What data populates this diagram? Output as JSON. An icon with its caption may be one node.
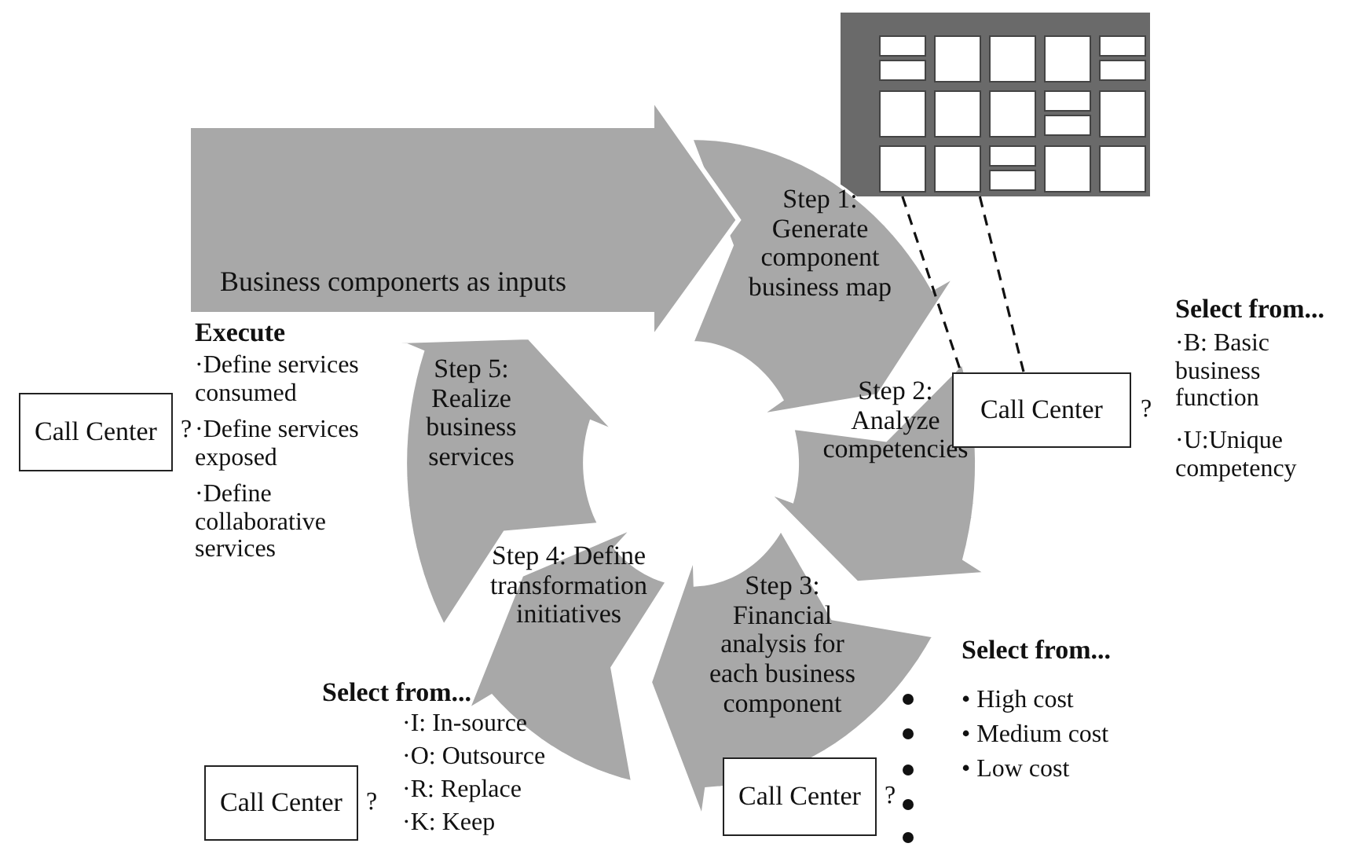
{
  "diagram": {
    "nodes": [
      {
        "text": [
          "Business componerts as inputs"
        ]
      },
      {
        "text": [
          "Step 1: Generate component business map"
        ]
      },
      {
        "text": [
          "Step 2: Analyze competencies"
        ]
      },
      {
        "text": [
          "Step 3: Financial analysis for each business component"
        ]
      },
      {
        "text": [
          "Step 4: Define transformation initiatives"
        ]
      },
      {
        "text": [
          "Step 5: Realize business services"
        ]
      },
      {
        "text": [],
        "shape": "picture"
      },
      {
        "text": [
          "Call Center"
        ],
        "beside": [
          "?",
          "Select from...",
          "·B: Basic business function",
          "·U:Unique competency"
        ]
      },
      {
        "text": [
          "Call Center"
        ],
        "beside": [
          "?",
          "Execute",
          "·Define services consumed",
          "·Define services exposed",
          "·Define collaborative services"
        ]
      },
      {
        "text": [
          "Call Center"
        ],
        "beside": [
          "?"
        ]
      },
      {
        "text": [
          "Call Center"
        ],
        "beside": [
          "?",
          "Select from...",
          "·I: In-source",
          "·O: Outsource",
          "·R: Replace",
          "·K: Keep"
        ]
      }
    ],
    "edges": [
      {
        "from": 6,
        "to": 7,
        "arrow": "none",
        "style": "dashed"
      },
      {
        "from": 6,
        "to": 7,
        "arrow": "none",
        "style": "dashed"
      }
    ],
    "labels": [
      "Select from...",
      "• High cost",
      "• Medium cost",
      "• Low cost"
    ]
  }
}
